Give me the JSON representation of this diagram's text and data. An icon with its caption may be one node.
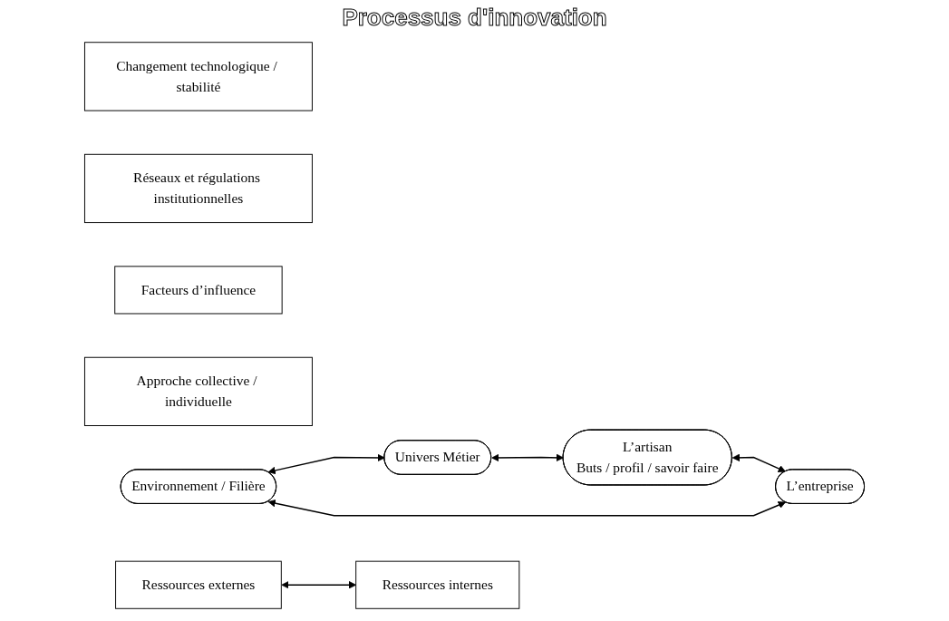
{
  "diagram": {
    "nodes": [
      {
        "text": [
          "Changement technologique / stabilité"
        ]
      },
      {
        "text": [
          "Environnement / Filière"
        ]
      },
      {
        "text": [
          "Réseaux et régulations institutionnelles"
        ]
      },
      {
        "text": [
          "Facteurs d’influence"
        ]
      },
      {
        "text": [
          "Univers Métier"
        ]
      },
      {
        "text": [
          "L’artisan",
          "Buts / profil / savoir faire"
        ]
      },
      {
        "text": [
          "L’entreprise"
        ]
      },
      {
        "text": [
          "Ressources externes"
        ]
      },
      {
        "text": [
          "Ressources internes"
        ]
      },
      {
        "text": [
          "Approche collective / individuelle"
        ]
      }
    ],
    "edges": [
      {
        "from": 1,
        "to": 4,
        "arrow": "both"
      },
      {
        "from": 1,
        "to": 6,
        "arrow": "both"
      },
      {
        "from": 4,
        "to": 5,
        "arrow": "both"
      },
      {
        "from": 5,
        "to": 6,
        "arrow": "both"
      },
      {
        "from": 7,
        "to": 8,
        "arrow": "both"
      }
    ],
    "labels": [
      "Processus d'innovation"
    ]
  }
}
